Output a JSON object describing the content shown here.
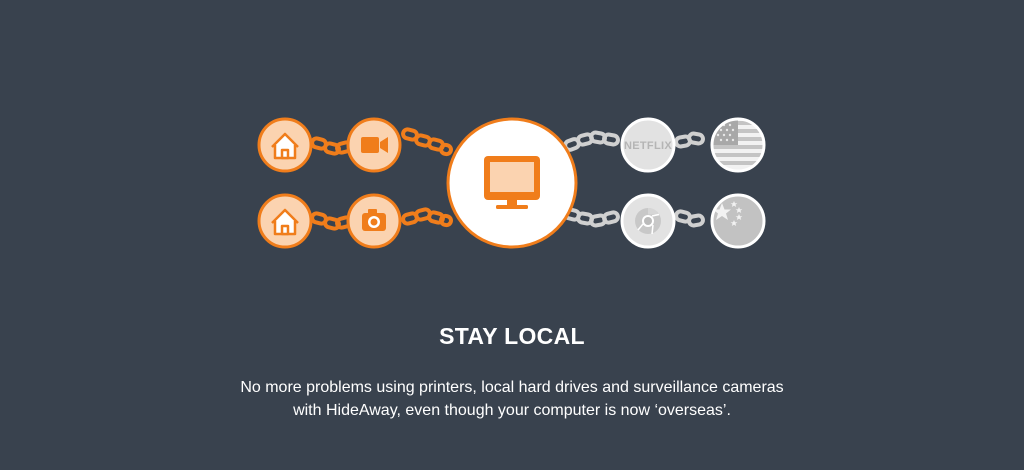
{
  "headline": "STAY LOCAL",
  "description": {
    "line1": "No more problems using printers, local hard drives and surveillance cameras",
    "line2": "with HideAway, even though your computer is now ‘overseas’."
  },
  "diagram": {
    "colors": {
      "background": "#39424e",
      "orange": "#f07d1b",
      "orange_light": "#fbd3b0",
      "gray": "#d6d6d6",
      "gray_dark": "#b5b5b5",
      "white": "#ffffff"
    },
    "left_nodes": [
      [
        "home-icon",
        "video-camera-icon"
      ],
      [
        "home-icon",
        "camera-icon"
      ]
    ],
    "center_node": "computer-monitor-icon",
    "right_nodes": [
      [
        "netflix-icon",
        "usa-flag-icon"
      ],
      [
        "chrome-icon",
        "china-flag-icon"
      ]
    ],
    "netflix_text": "NETFLIX"
  }
}
